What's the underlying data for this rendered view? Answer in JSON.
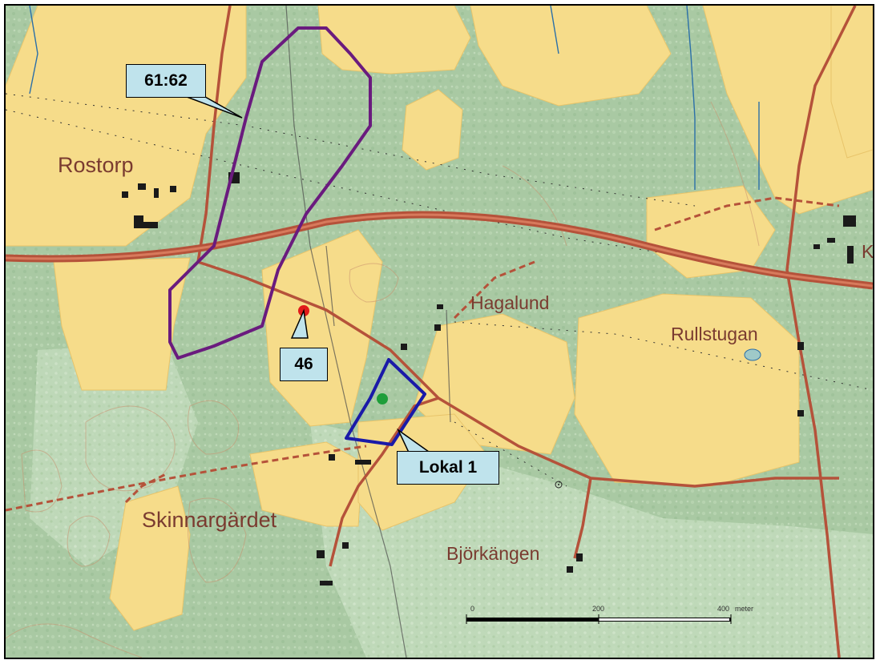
{
  "places": {
    "rostorp": "Rostorp",
    "hagalund": "Hagalund",
    "rullstugan": "Rullstugan",
    "skinnargardet": "Skinnargärdet",
    "bjorkangen": "Björkängen",
    "k_partial": "K"
  },
  "callouts": {
    "area_6162": "61:62",
    "point_46": "46",
    "lokal_1": "Lokal 1"
  },
  "scale_bar": {
    "tick_0": "0",
    "tick_200": "200",
    "tick_400": "400",
    "unit": "meter"
  },
  "colors": {
    "forest": "#a9c9a3",
    "field": "#f6dc8a",
    "road": "#b5523a",
    "area_6162_outline": "#6a1b7e",
    "lokal_1_outline": "#1a1aa8",
    "point_46_marker": "#e11a1a",
    "lokal_1_marker": "#1f9e3a",
    "callout_fill": "#bfe3ec"
  }
}
